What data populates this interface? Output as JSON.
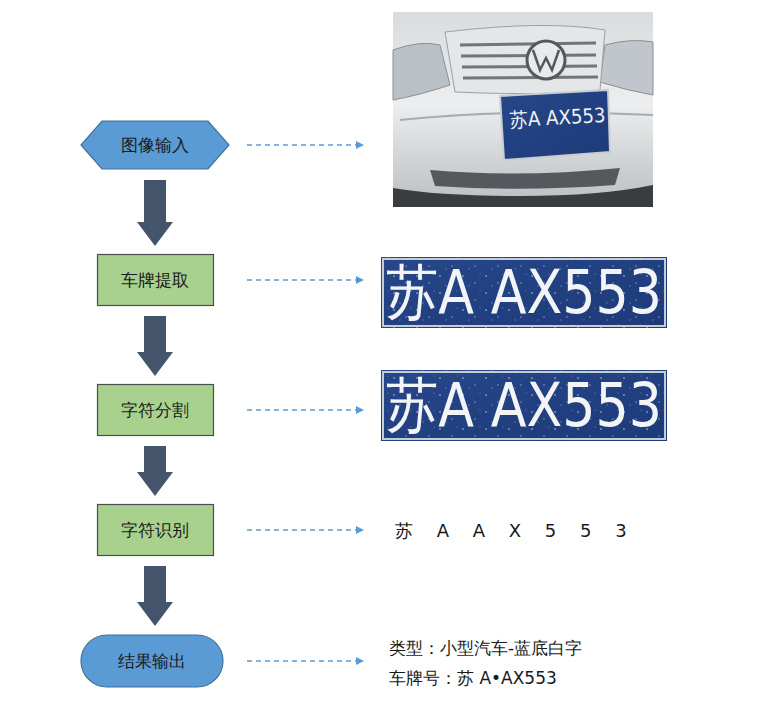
{
  "diagram": {
    "nodes": [
      {
        "text": [
          "图像输入"
        ]
      },
      {
        "text": [
          "车牌提取"
        ]
      },
      {
        "text": [
          "字符分割"
        ]
      },
      {
        "text": [
          "字符识别"
        ]
      },
      {
        "text": [
          "结果输出"
        ]
      }
    ],
    "edges": [
      {
        "from": 0,
        "to": 1,
        "arrow": "to"
      },
      {
        "from": 1,
        "to": 2,
        "arrow": "to"
      },
      {
        "from": 2,
        "to": 3,
        "arrow": "to"
      },
      {
        "from": 3,
        "to": 4,
        "arrow": "to"
      }
    ],
    "labels": [
      "苏A AX553",
      "苏A AX553",
      "苏A AX553",
      "苏 A A X 5 5 3",
      "类型：小型汽车-蓝底白字",
      "车牌号：苏 A•AX553"
    ]
  }
}
